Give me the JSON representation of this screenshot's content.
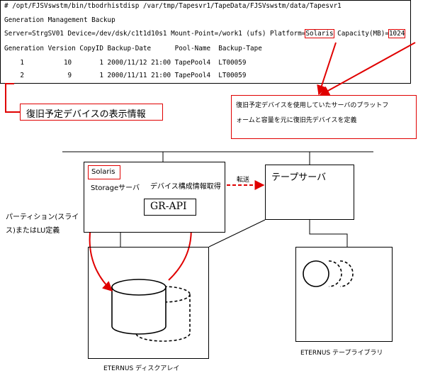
{
  "terminal": {
    "command": "# /opt/FJSVswstm/bin/tbodrhistdisp /var/tmp/Tapesvr1/TapeData/FJSVswstm/data/Tapesvr1",
    "header": "Generation Management Backup",
    "server_line": {
      "prefix": "Server=StrgSV01 Device=/dev/dsk/c1t1d10s1 Mount-Point=/work1 (ufs) Platform=",
      "platform": "Solaris",
      "middle": " Capacity(MB)=",
      "capacity": "1024"
    },
    "columns": "Generation Version CopyID Backup-Date      Pool-Name  Backup-Tape",
    "rows": [
      "    1          10       1 2000/11/12 21:00 TapePool4  LT00059",
      "    2           9       1 2000/11/11 21:00 TapePool4  LT00059"
    ]
  },
  "callouts": {
    "left_label": "復旧予定デバイスの表示情報",
    "right_text_line1": "復旧予定デバイスを使用していたサーバのプラットフ",
    "right_text_line2": "ォームと容量を元に復旧先デバイスを定義"
  },
  "storage_server": {
    "platform": "Solaris",
    "name": "Storageサーバ",
    "device_info_label": "デバイス構成情報取得",
    "api_label": "GR-API"
  },
  "transfer_label": "転送",
  "tape_server": {
    "label": "テープサーバ"
  },
  "partition_label_line1": "パーティション(スライ",
  "partition_label_line2": "ス)またはLU定義",
  "disk_array": {
    "label": "ETERNUS ディスクアレイ"
  },
  "tape_library": {
    "label": "ETERNUS テープライブラリ"
  },
  "colors": {
    "accent": "#e00000",
    "line": "#000000"
  }
}
